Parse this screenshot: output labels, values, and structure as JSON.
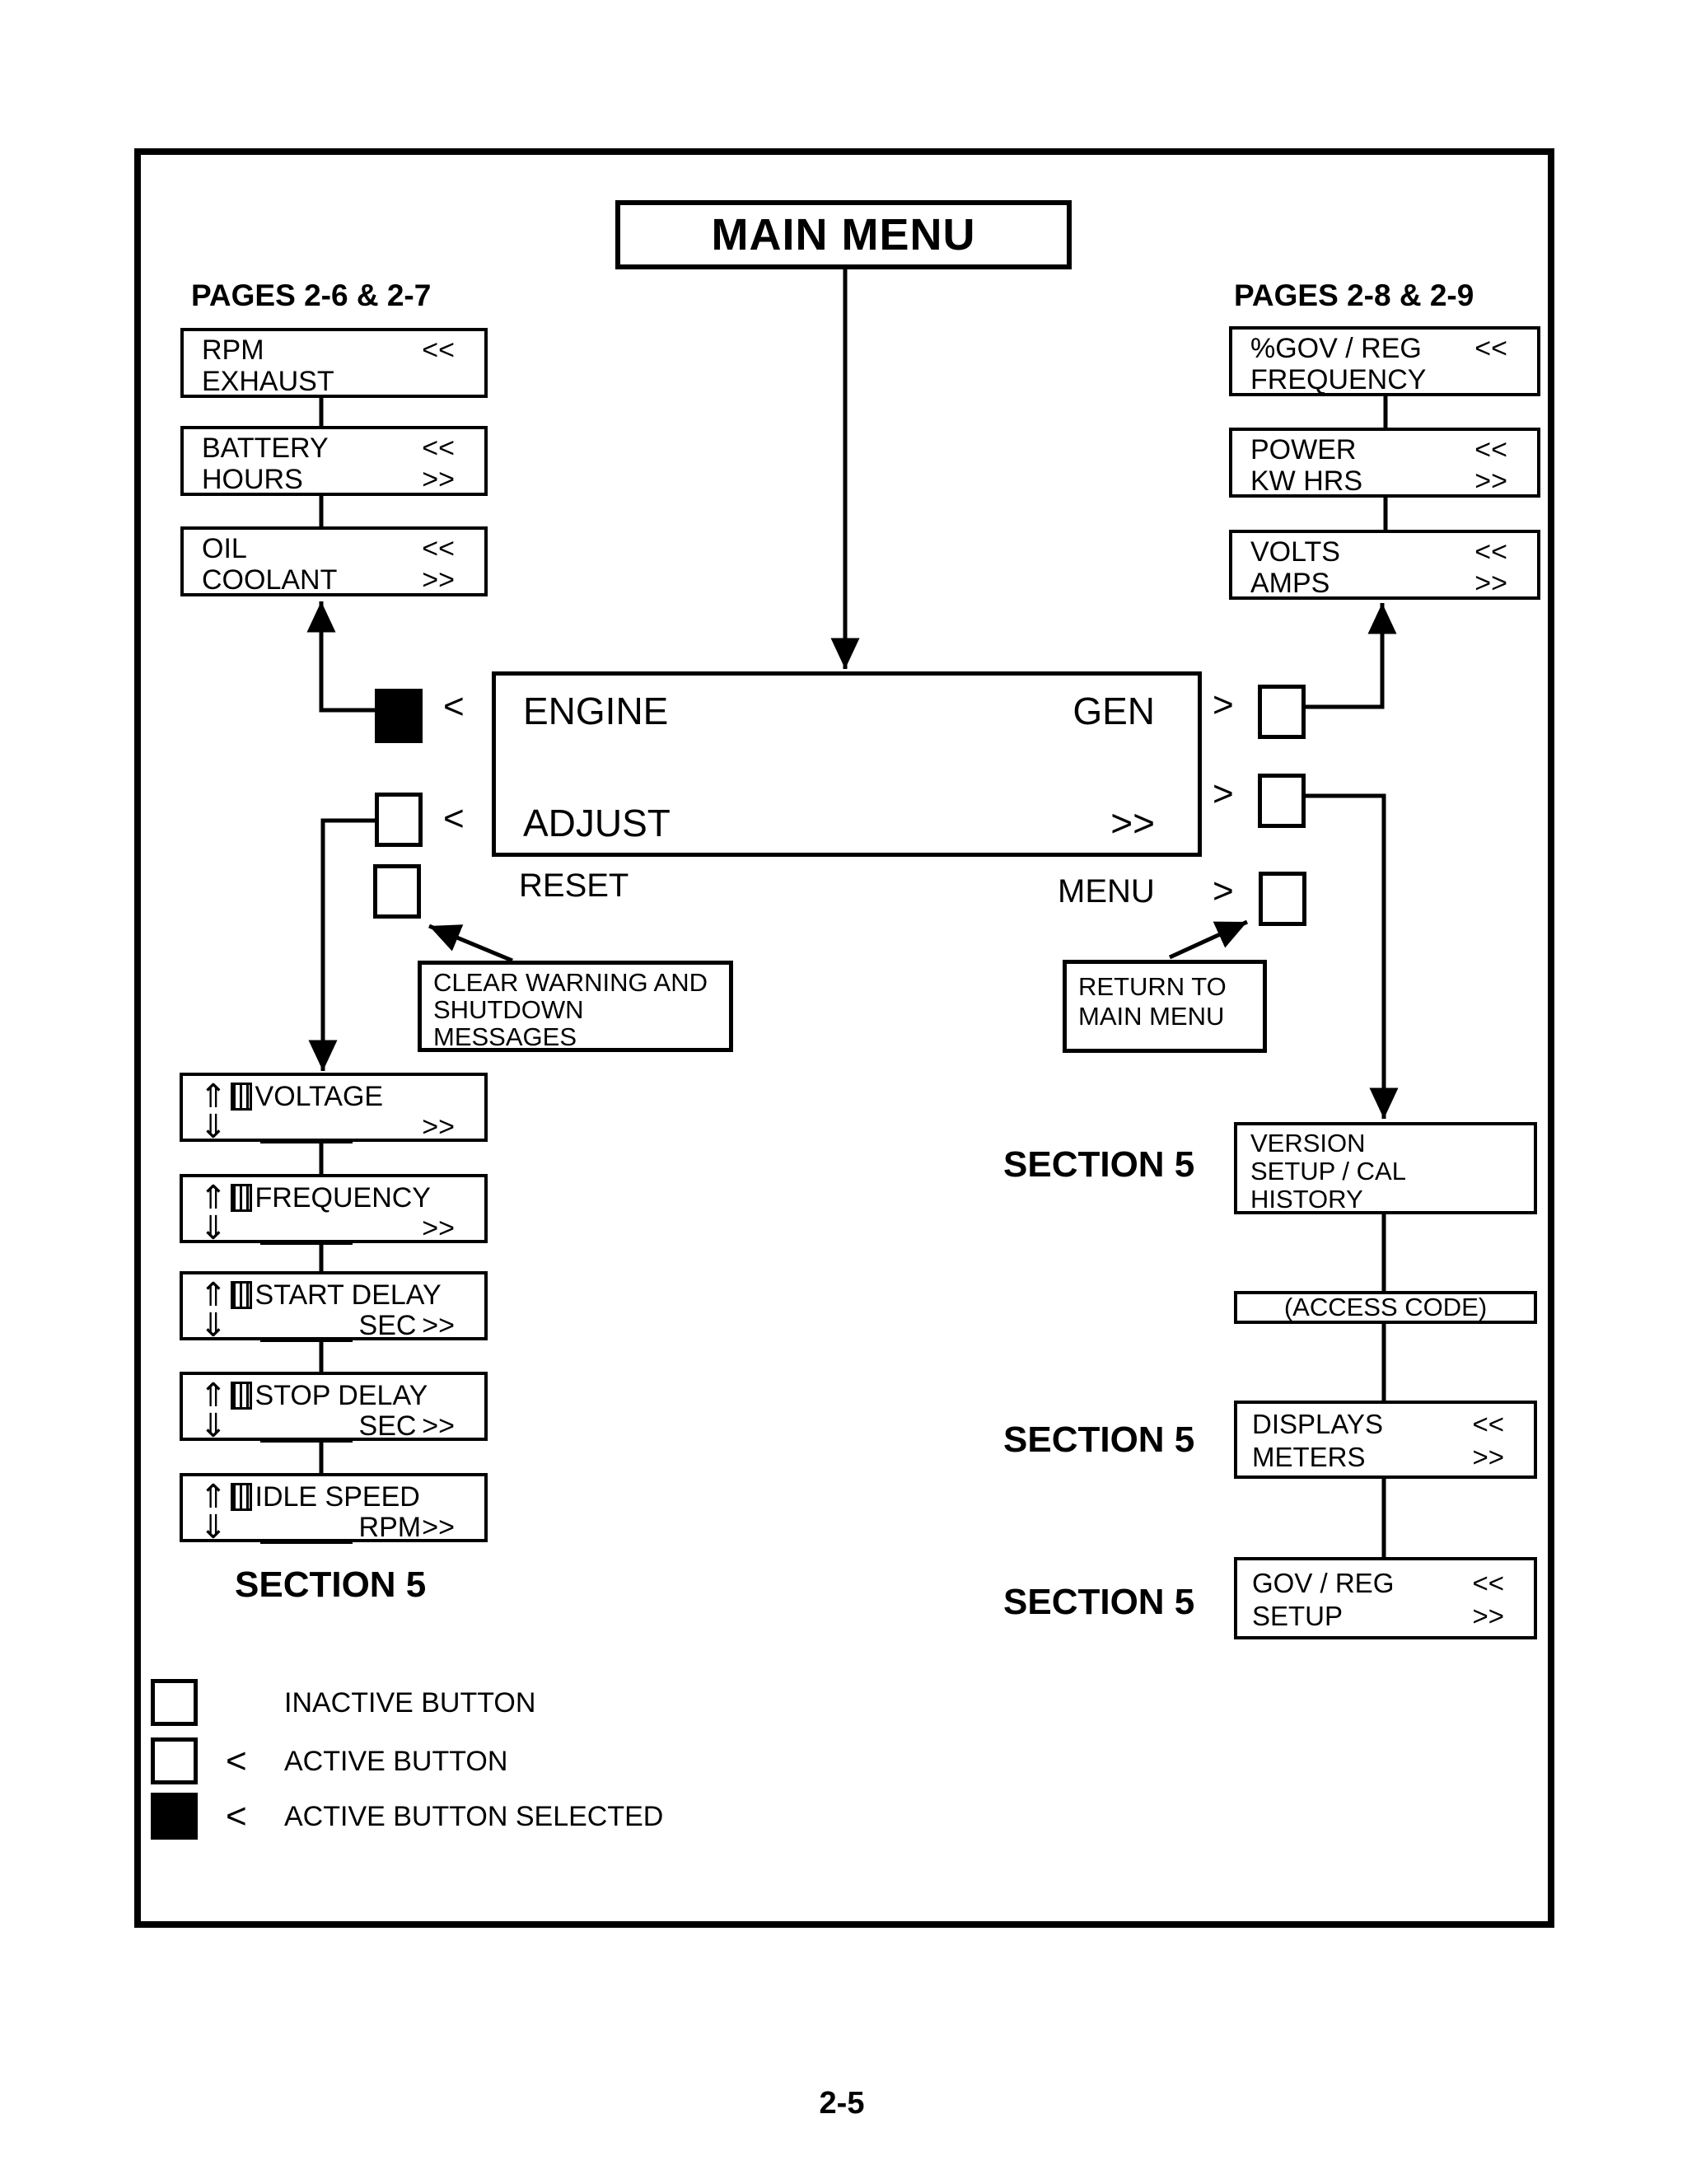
{
  "doc": {
    "page_number": "2-5"
  },
  "title": "MAIN MENU",
  "headings": {
    "left": "PAGES 2-6 & 2-7",
    "right": "PAGES 2-8 & 2-9"
  },
  "glyphs": {
    "prev": "<<",
    "next": ">>",
    "lt": "<",
    "gt": ">",
    "up": "⇑",
    "down": "⇓"
  },
  "displays": {
    "left": [
      {
        "l1": "RPM",
        "g1": "<<",
        "l2": "EXHAUST",
        "g2": ""
      },
      {
        "l1": "BATTERY",
        "g1": "<<",
        "l2": "HOURS",
        "g2": ">>"
      },
      {
        "l1": "OIL",
        "g1": "<<",
        "l2": "COOLANT",
        "g2": ">>"
      }
    ],
    "right": [
      {
        "l1": "%GOV / REG",
        "g1": "<<",
        "l2": "FREQUENCY",
        "g2": ""
      },
      {
        "l1": "POWER",
        "g1": "<<",
        "l2": "KW HRS",
        "g2": ">>"
      },
      {
        "l1": "VOLTS",
        "g1": "<<",
        "l2": "AMPS",
        "g2": ">>"
      }
    ]
  },
  "main_display": {
    "row1_left": "ENGINE",
    "row1_right": "GEN",
    "row2_left": "ADJUST",
    "row2_right": ">>"
  },
  "controls": {
    "reset": "RESET",
    "menu": "MENU"
  },
  "callouts": {
    "clear": [
      "CLEAR WARNING AND",
      "SHUTDOWN",
      "MESSAGES"
    ],
    "return": [
      "RETURN TO",
      "MAIN MENU"
    ]
  },
  "adjust": [
    {
      "label": "VOLTAGE",
      "unit": "",
      "g": ">>"
    },
    {
      "label": "FREQUENCY",
      "unit": "",
      "g": ">>"
    },
    {
      "label": "START DELAY",
      "unit": "SEC",
      "g": ">>"
    },
    {
      "label": "STOP DELAY",
      "unit": "SEC",
      "g": ">>"
    },
    {
      "label": "IDLE SPEED",
      "unit": "RPM",
      "g": ">>"
    }
  ],
  "setup": {
    "version": [
      "VERSION",
      "SETUP / CAL",
      "HISTORY"
    ],
    "access": "(ACCESS CODE)",
    "displays": {
      "l1": "DISPLAYS",
      "g1": "<<",
      "l2": "METERS",
      "g2": ">>"
    },
    "gov": {
      "l1": "GOV / REG",
      "g1": "<<",
      "l2": "SETUP",
      "g2": ">>"
    }
  },
  "sections": {
    "left": "SECTION 5",
    "right1": "SECTION 5",
    "right2": "SECTION 5",
    "right3": "SECTION 5"
  },
  "legend": [
    {
      "glyph": "",
      "label": "INACTIVE BUTTON"
    },
    {
      "glyph": "<",
      "label": "ACTIVE BUTTON"
    },
    {
      "glyph": "<",
      "label": "ACTIVE BUTTON SELECTED"
    }
  ],
  "colors": {
    "ink": "#000000",
    "paper": "#ffffff"
  }
}
